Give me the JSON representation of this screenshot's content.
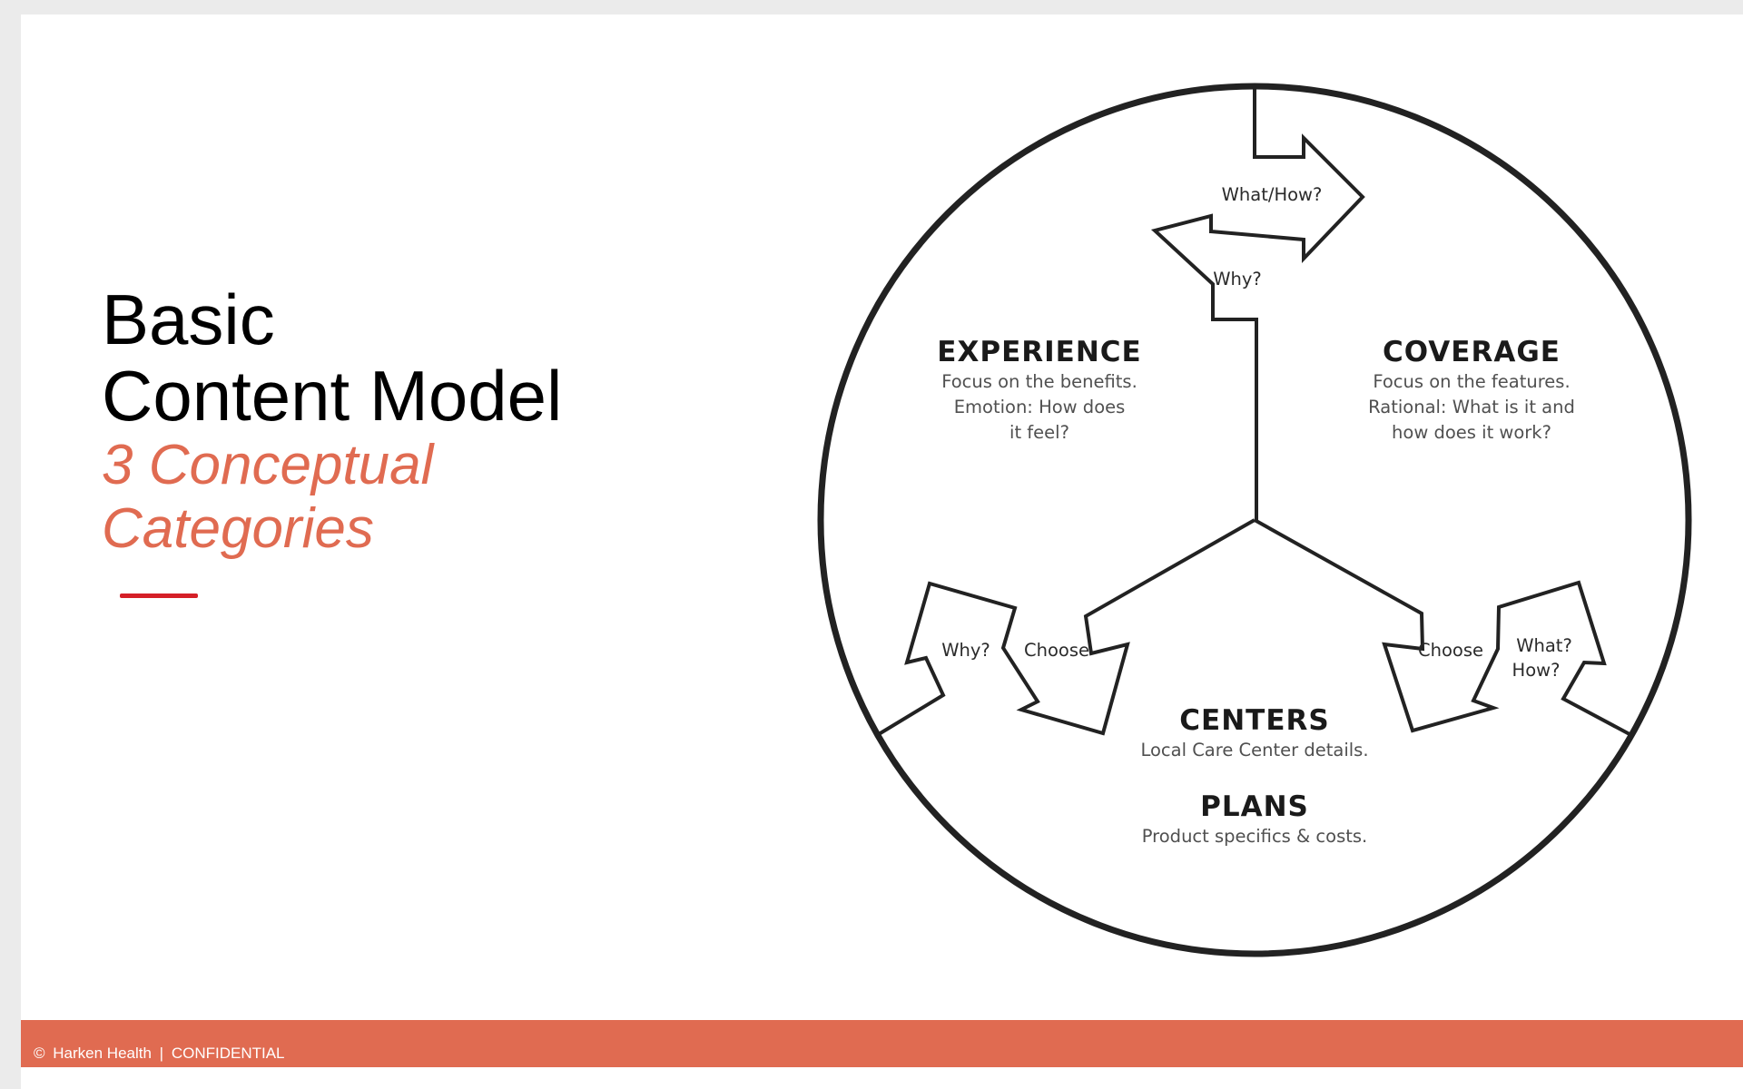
{
  "slide": {
    "title": [
      "Basic",
      "Content Model"
    ],
    "subtitle": [
      "3 Conceptual",
      "Categories"
    ],
    "accent_color": "#e06b51",
    "rule_color": "#d51f27"
  },
  "diagram": {
    "sections": [
      {
        "heading": "EXPERIENCE",
        "lines": [
          "Focus on the benefits.",
          "Emotion: How does",
          "it feel?"
        ]
      },
      {
        "heading": "COVERAGE",
        "lines": [
          "Focus on the features.",
          "Rational: What is it and",
          "how does it work?"
        ]
      },
      {
        "heading": "CENTERS",
        "lines": [
          "Local Care Center details."
        ]
      },
      {
        "heading": "PLANS",
        "lines": [
          "Product specifics & costs."
        ]
      }
    ],
    "arrow_labels": {
      "top_right": "What/How?",
      "top_left": "Why?",
      "left_outer": "Why?",
      "left_inner": "Choose",
      "right_inner": "Choose",
      "right_outer": [
        "What?",
        "How?"
      ]
    }
  },
  "footer": {
    "copyright": "©",
    "company": "Harken Health",
    "separator": "|",
    "label": "CONFIDENTIAL"
  }
}
